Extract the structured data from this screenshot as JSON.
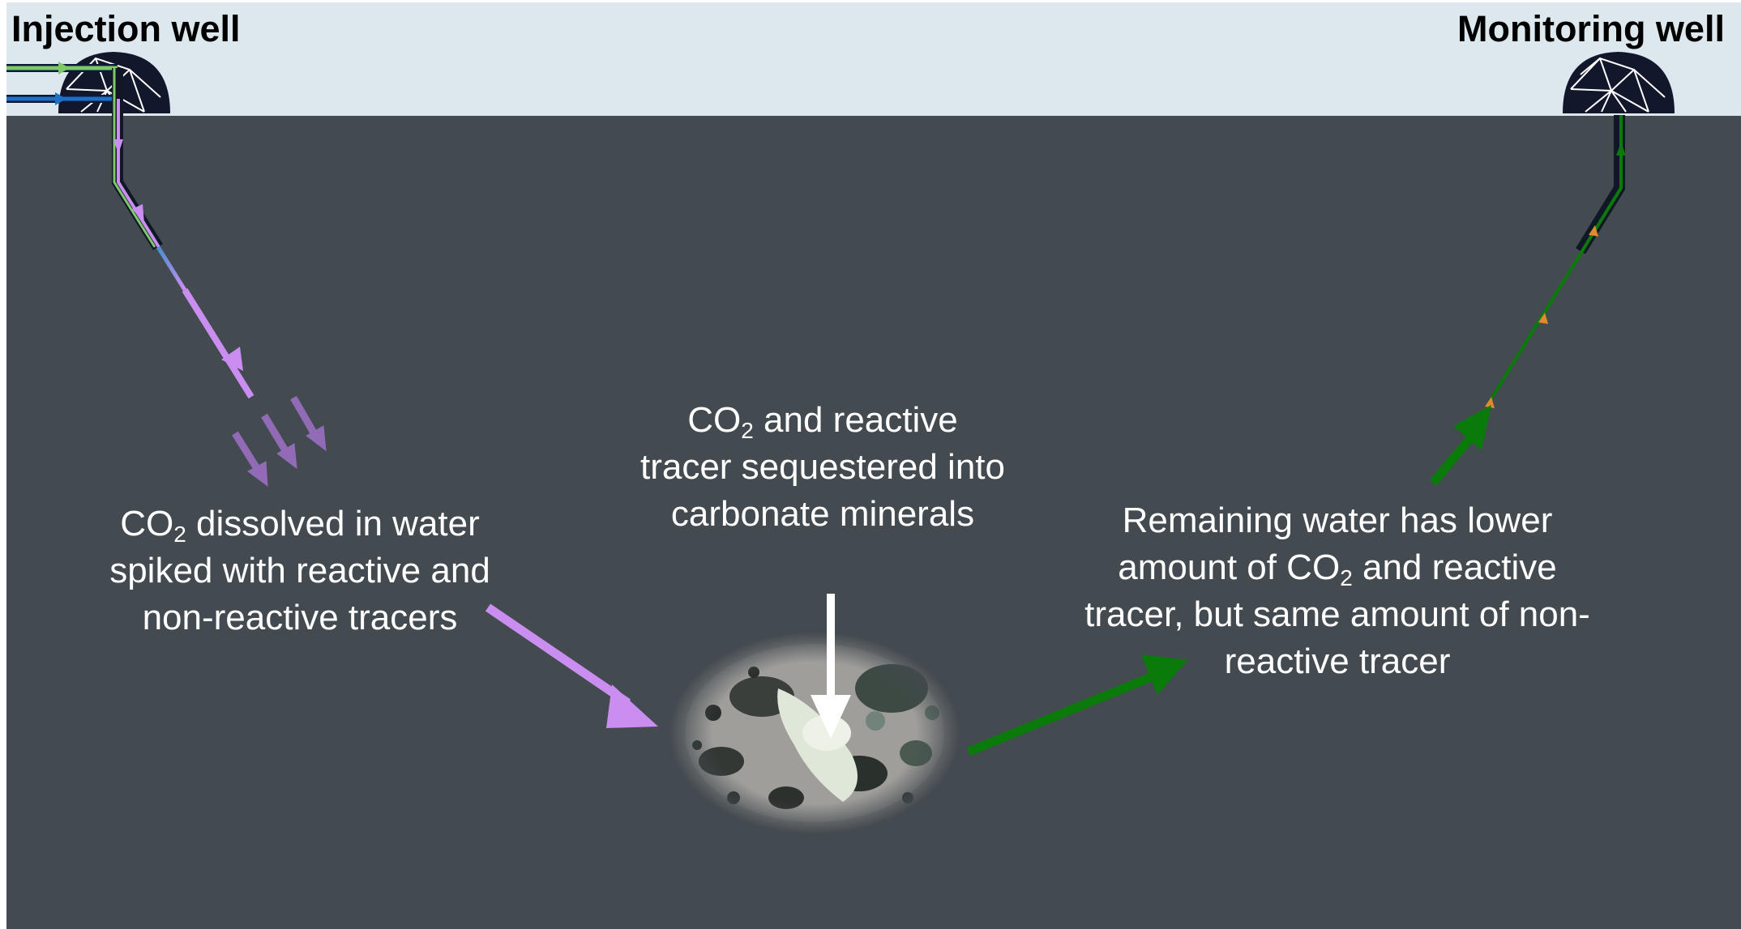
{
  "injection_well": {
    "title": "Injection well"
  },
  "monitoring_well": {
    "title": "Monitoring well"
  },
  "labels": {
    "injected": {
      "line1_pre": "CO",
      "line1_sub": "2",
      "line1_post": " dissolved in water",
      "line2": "spiked with reactive and",
      "line3": "non-reactive tracers"
    },
    "sequestered": {
      "line1_pre": "CO",
      "line1_sub": "2",
      "line1_post": " and reactive",
      "line2": "tracer sequestered into",
      "line3": "carbonate minerals"
    },
    "remaining": {
      "line1": "Remaining water has lower",
      "line2_pre": "amount of CO",
      "line2_sub": "2",
      "line2_post": " and reactive",
      "line3": "tracer, but same amount of non-",
      "line4": "reactive tracer"
    }
  },
  "colors": {
    "sky": "#dde8ee",
    "ground": "#434a50",
    "injection_flow": "#c98ef0",
    "production_flow": "#0a7a0a",
    "sequestration_arrow": "#ffffff",
    "co2_pipe": "#1f6fc5",
    "water_pipe": "#7ec86a"
  }
}
